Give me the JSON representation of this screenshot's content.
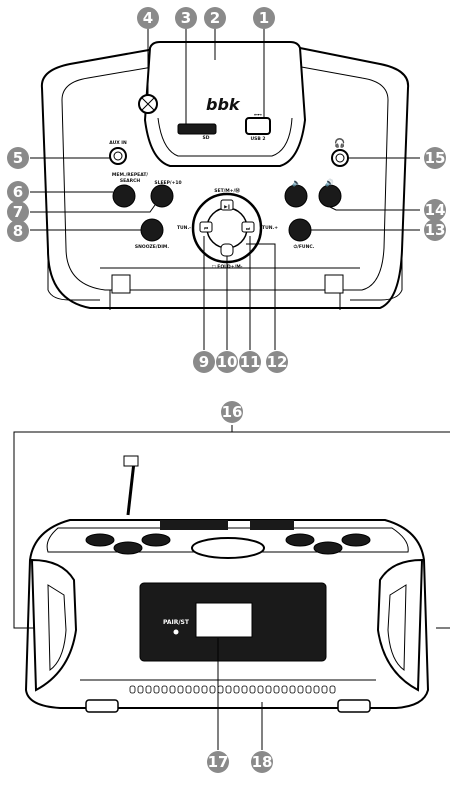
{
  "callouts": [
    {
      "n": "1"
    },
    {
      "n": "2"
    },
    {
      "n": "3"
    },
    {
      "n": "4"
    },
    {
      "n": "5"
    },
    {
      "n": "6"
    },
    {
      "n": "7"
    },
    {
      "n": "8"
    },
    {
      "n": "9"
    },
    {
      "n": "10"
    },
    {
      "n": "11"
    },
    {
      "n": "12"
    },
    {
      "n": "13"
    },
    {
      "n": "14"
    },
    {
      "n": "15"
    },
    {
      "n": "16"
    },
    {
      "n": "17"
    },
    {
      "n": "18"
    }
  ],
  "labels": {
    "brand": "bbk",
    "aux_in": "AUX IN",
    "sd": "SD",
    "usb": "USB 2",
    "mem_repeat_search": "MEM./REPEAT/",
    "search": "SEARCH",
    "sleep": "SLEEP/+10",
    "snooze_dim": "SNOOZE/DIM.",
    "set_mode": "SET/M+/Ⓜ",
    "tun_minus": "TUN.-",
    "tun_plus": "TUN.+",
    "fold": "□ FOLD+/M-",
    "func": "⏻/FUNC.",
    "pair_st": "PAIR/ST"
  }
}
